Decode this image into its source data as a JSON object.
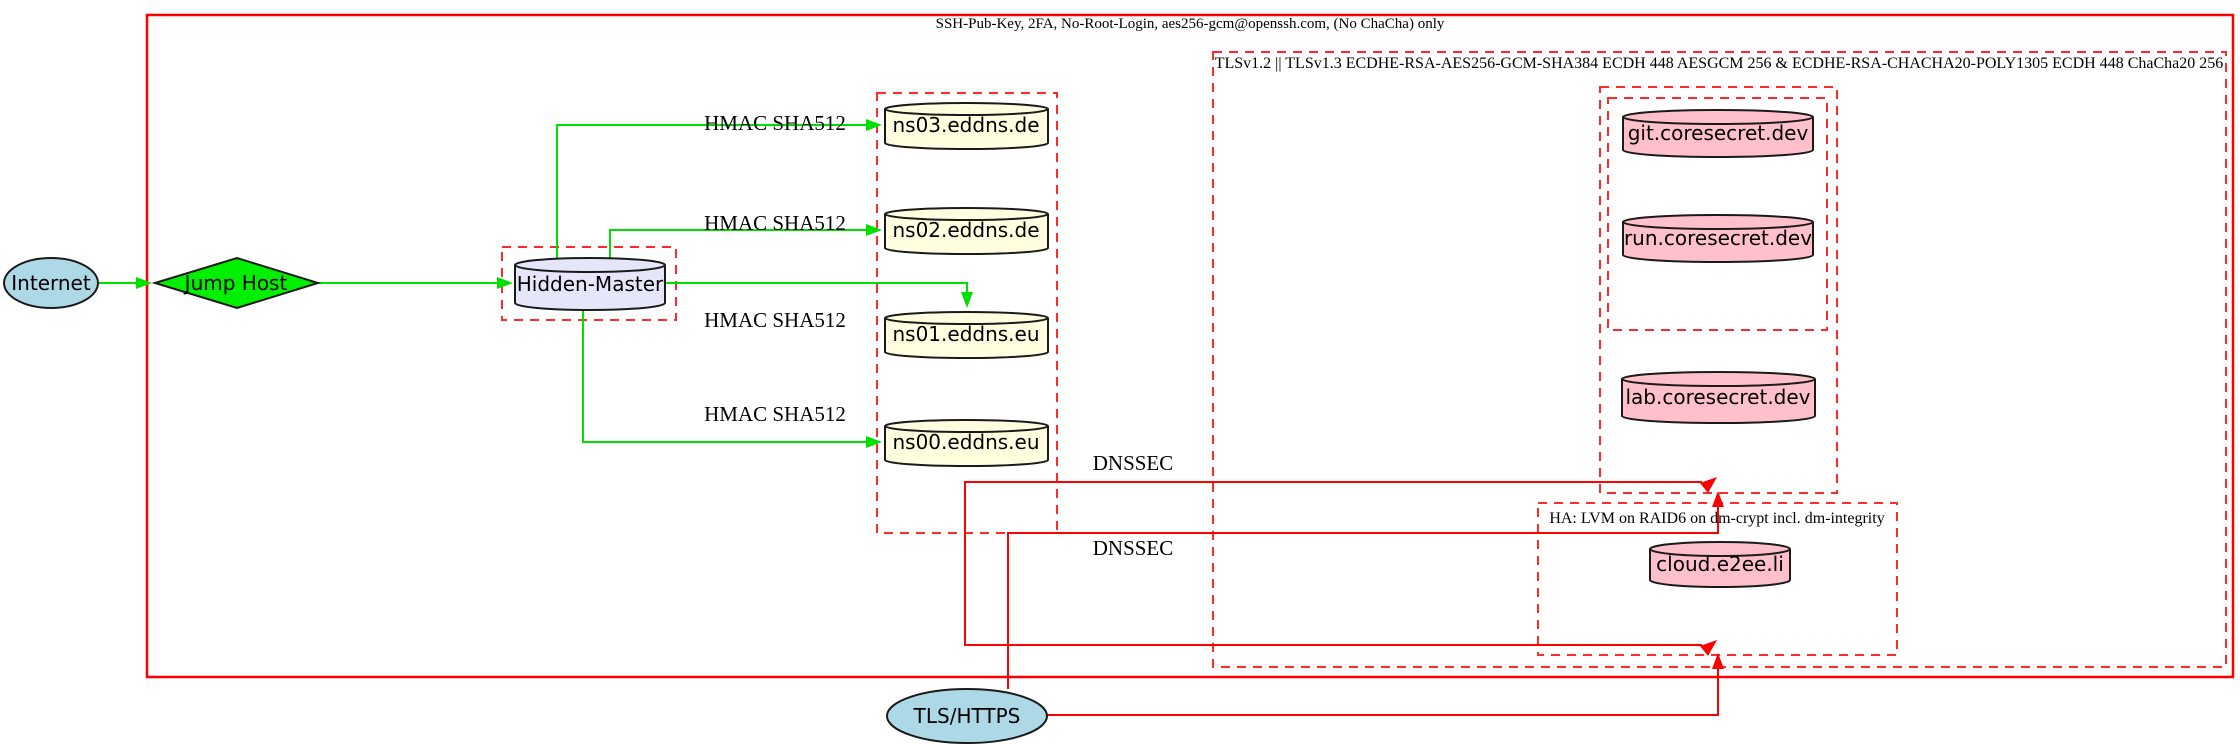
{
  "clusters": {
    "ssh": {
      "label": "SSH-Pub-Key, 2FA, No-Root-Login, aes256-gcm@openssh.com, (No ChaCha) only"
    },
    "tls": {
      "label": "TLSv1.2 || TLSv1.3 ECDHE-RSA-AES256-GCM-SHA384 ECDH 448 AESGCM 256 & ECDHE-RSA-CHACHA20-POLY1305 ECDH 448 ChaCha20 256"
    },
    "ha": {
      "label": "HA: LVM on RAID6 on dm-crypt incl. dm-integrity"
    }
  },
  "nodes": {
    "internet": {
      "label": "Internet",
      "shape": "ellipse"
    },
    "jump_host": {
      "label": "Jump Host",
      "shape": "diamond"
    },
    "hidden_master": {
      "label": "Hidden-Master",
      "shape": "cylinder"
    },
    "ns03": {
      "label": "ns03.eddns.de",
      "shape": "cylinder"
    },
    "ns02": {
      "label": "ns02.eddns.de",
      "shape": "cylinder"
    },
    "ns01": {
      "label": "ns01.eddns.eu",
      "shape": "cylinder"
    },
    "ns00": {
      "label": "ns00.eddns.eu",
      "shape": "cylinder"
    },
    "git": {
      "label": "git.coresecret.dev",
      "shape": "cylinder"
    },
    "run": {
      "label": "run.coresecret.dev",
      "shape": "cylinder"
    },
    "lab": {
      "label": "lab.coresecret.dev",
      "shape": "cylinder"
    },
    "cloud": {
      "label": "cloud.e2ee.li",
      "shape": "cylinder"
    },
    "tls_https": {
      "label": "TLS/HTTPS",
      "shape": "ellipse"
    }
  },
  "edges": {
    "hmac_label": "HMAC SHA512",
    "dnssec_label": "DNSSEC"
  },
  "colors": {
    "secure_green": "#00e000",
    "jump_host_fill": "#00f000",
    "alert_red": "#ff0000",
    "dashed_red": "#ff2a2a",
    "internet_fill": "#add8e6",
    "dns_fill": "#ffffe0",
    "master_fill": "#e6e6fa",
    "service_fill": "#ffc0cb"
  }
}
